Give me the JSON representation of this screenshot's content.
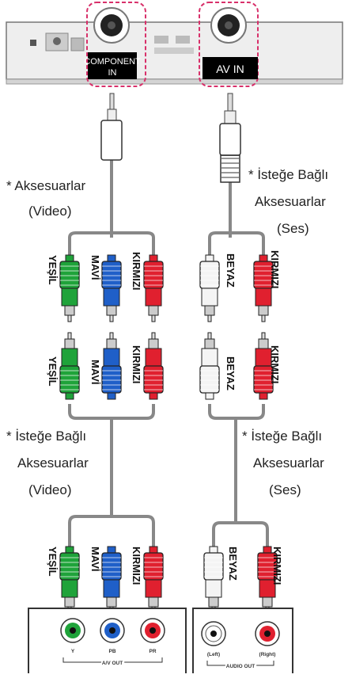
{
  "device": {
    "component_label_line1": "COMPONENT",
    "component_label_line2": "IN",
    "av_label": "AV  IN"
  },
  "labels": {
    "accessories_video_line1": "* Aksesuarlar",
    "accessories_video_line2": "(Video)",
    "optional_audio_line1": "* İsteğe Bağlı",
    "optional_audio_line2": "Aksesuarlar",
    "optional_audio_line3": "(Ses)",
    "optional_video_line1": "* İsteğe Bağlı",
    "optional_video_line2": "Aksesuarlar",
    "optional_video_line3": "(Video)",
    "optional_audio2_line1": "* İsteğe Bağlı",
    "optional_audio2_line2": "Aksesuarlar",
    "optional_audio2_line3": "(Ses)"
  },
  "connector_colors": {
    "green": "YEŞİL",
    "blue": "MAVİ",
    "red": "KIRMIZI",
    "white": "BEYAZ"
  },
  "source_panel_left": {
    "port_y": "Y",
    "port_pb": "PB",
    "port_pr": "PR",
    "caption": "A/V OUT"
  },
  "source_panel_right": {
    "port_left": "(Left)",
    "port_right": "(Right)",
    "caption": "AUDIO OUT"
  },
  "colors": {
    "green": "#1fa33a",
    "blue": "#1f5fc8",
    "red": "#e0202f",
    "white": "#f4f4f4",
    "highlight": "#d8306a"
  }
}
